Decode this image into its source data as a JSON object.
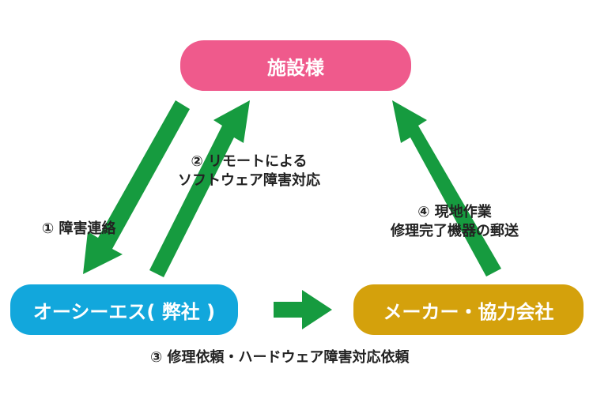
{
  "nodes": {
    "facility": "施設様",
    "company": "オーシーエス( 弊社 )",
    "maker": "メーカー・協力会社"
  },
  "flows": {
    "step1": "① 障害連絡",
    "step2_line1": "② リモートによる",
    "step2_line2": "ソフトウェア障害対応",
    "step3": "③ 修理依頼・ハードウェア障害対応依頼",
    "step4_line1": "④ 現地作業",
    "step4_line2": "修理完了機器の郵送"
  },
  "colors": {
    "facility": "#ef5a8c",
    "company": "#12a7dc",
    "maker": "#d4a10c",
    "arrow": "#169b3f",
    "text": "#222222"
  }
}
